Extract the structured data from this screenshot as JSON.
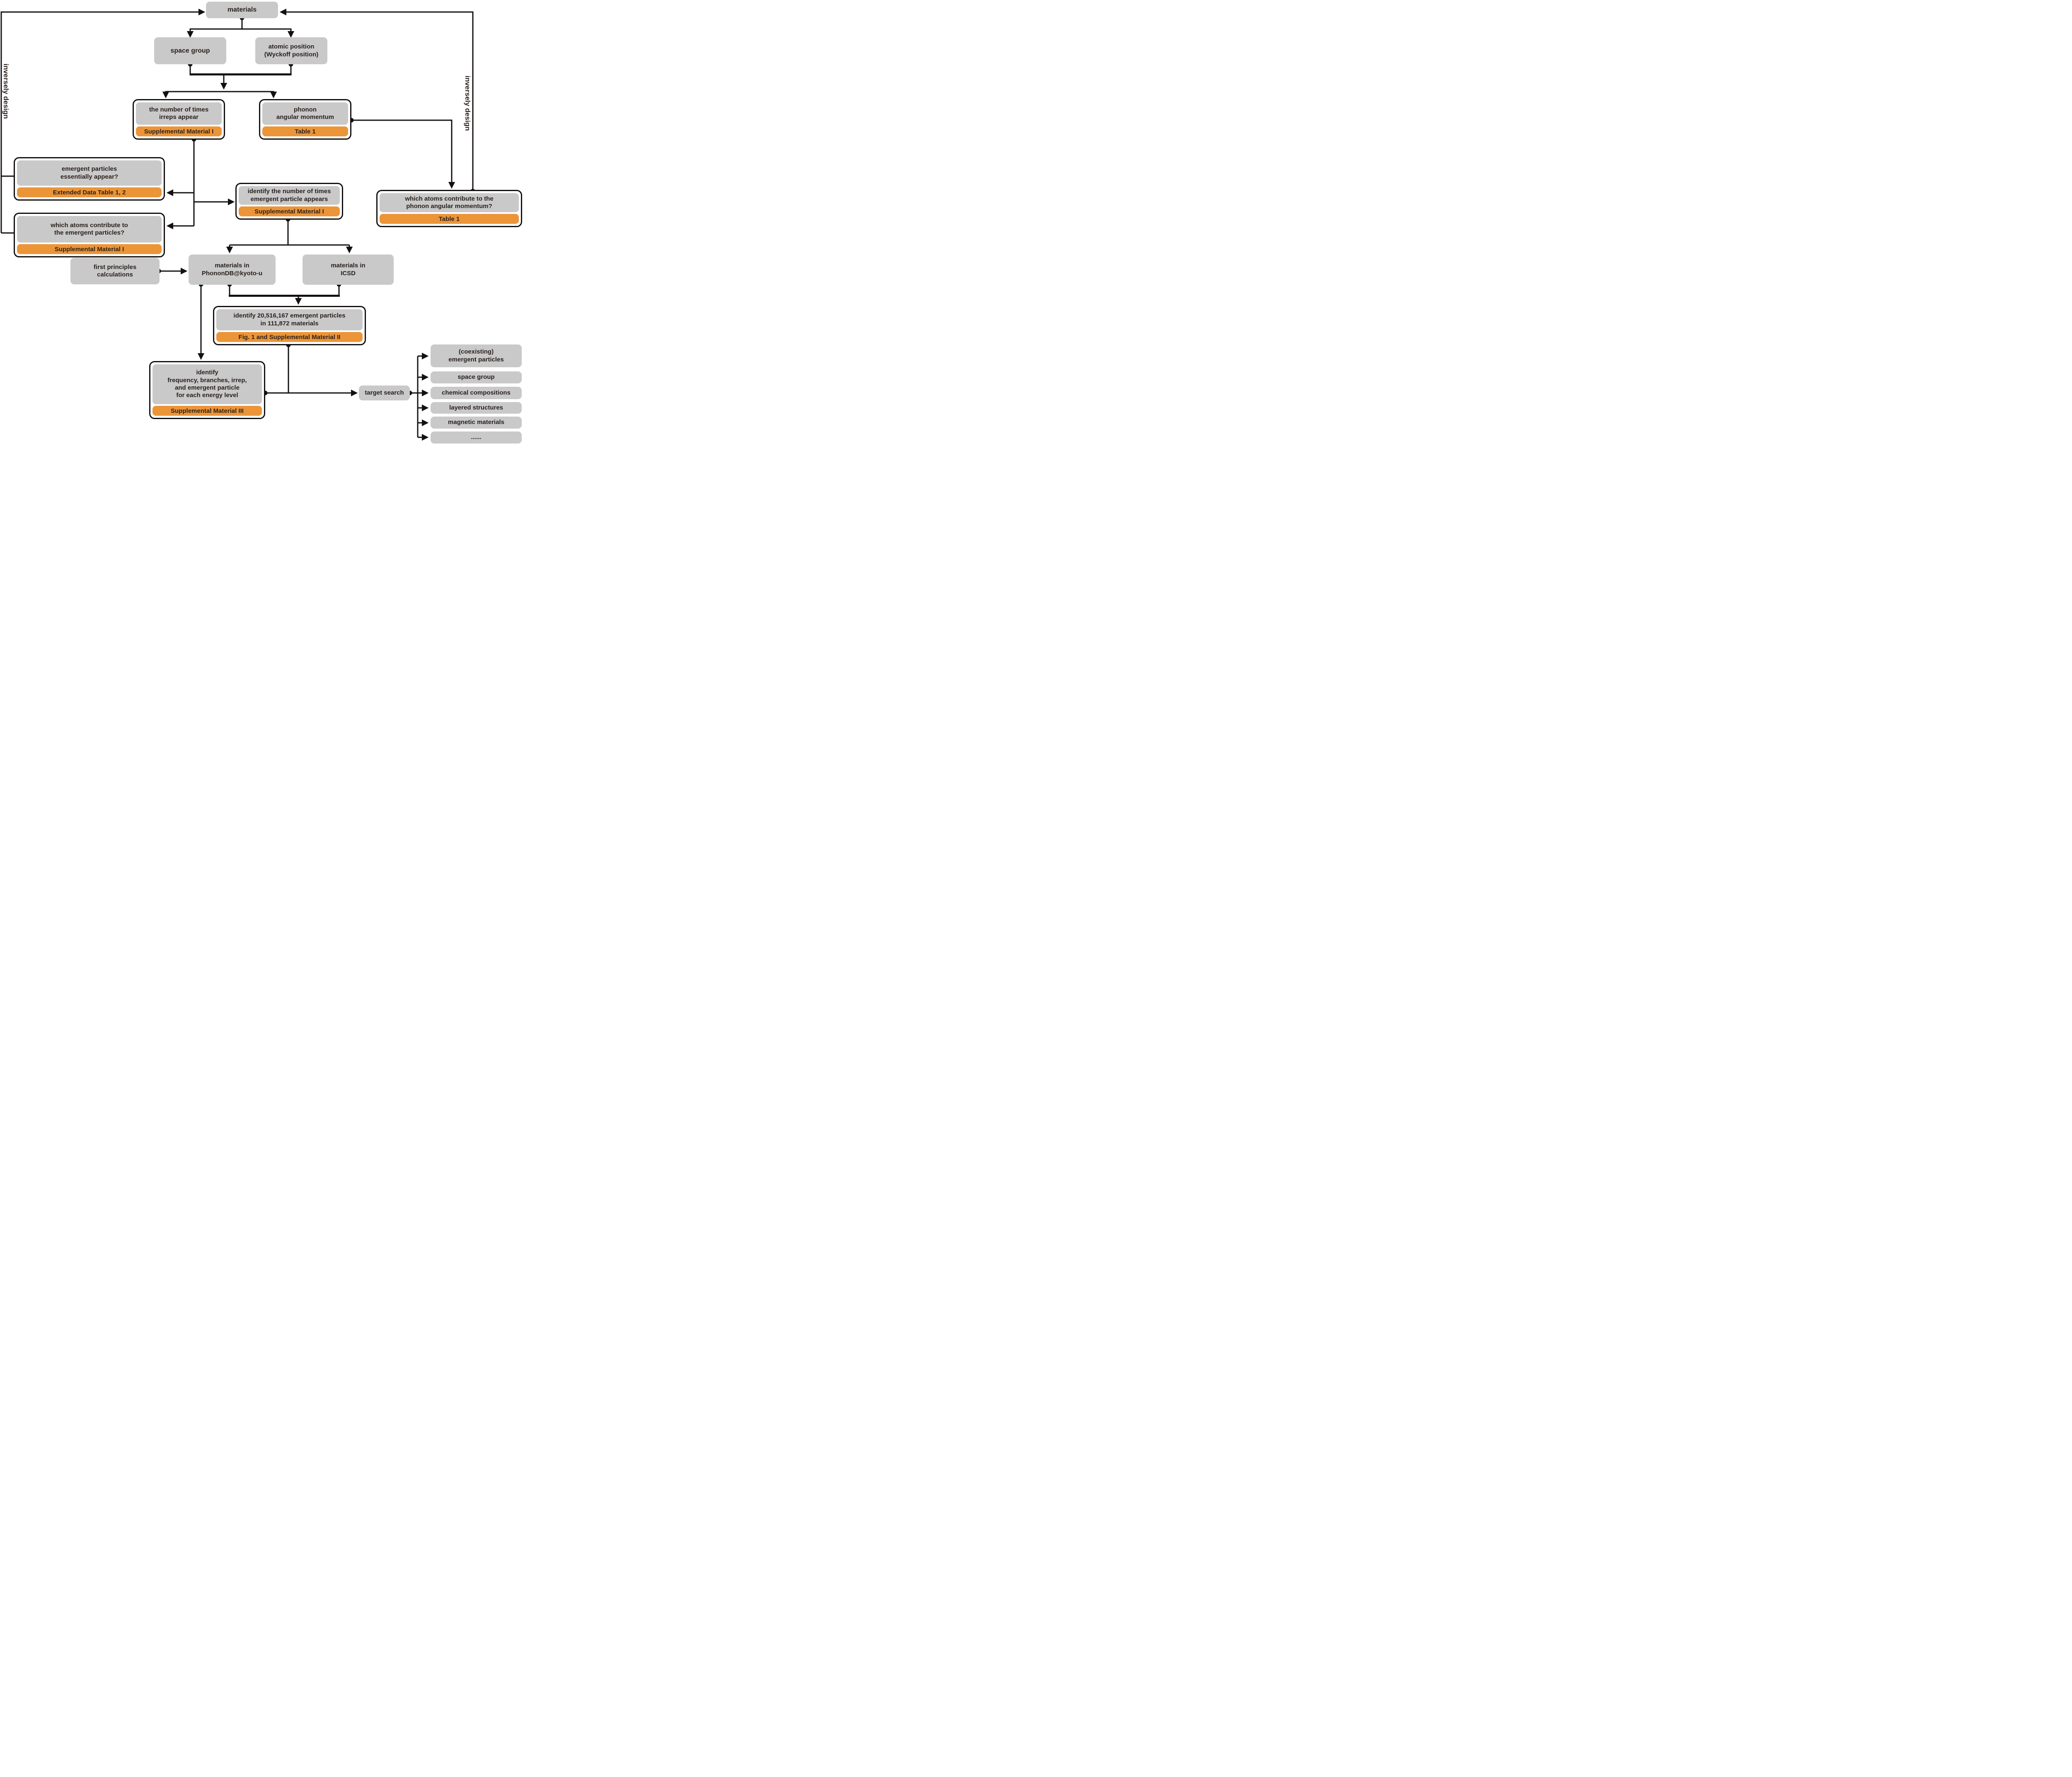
{
  "colors": {
    "box_gray": "#c9c9ca",
    "accent_orange": "#ec9538",
    "line_black": "#151010",
    "text_dark": "#2b211d",
    "background": "#ffffff"
  },
  "side_labels": {
    "left": "inversely design",
    "right": "inversely design"
  },
  "nodes": {
    "materials": {
      "label": "materials"
    },
    "space_group": {
      "label": "space group"
    },
    "atomic_position": {
      "label": "atomic position\n(Wyckoff position)"
    },
    "irreps_count": {
      "label": "the number of times\nirreps appear",
      "ref": "Supplemental Material I"
    },
    "phonon_am": {
      "label": "phonon\nangular momentum",
      "ref": "Table 1"
    },
    "emergent_essential": {
      "label": "emergent particles\nessentially appear?",
      "ref": "Extended Data Table 1, 2"
    },
    "atoms_emergent": {
      "label": "which atoms contribute to\nthe emergent particles?",
      "ref": "Supplemental Material I"
    },
    "identify_emergent_count": {
      "label": "identify the number of times\nemergent particle appears",
      "ref": "Supplemental Material I"
    },
    "atoms_phonon_am": {
      "label": "which atoms contribute to the\nphonon angular momentum?",
      "ref": "Table 1"
    },
    "first_principles": {
      "label": "first principles\ncalculations"
    },
    "phonondb": {
      "label": "materials in\nPhononDB@kyoto-u"
    },
    "icsd": {
      "label": "materials in\nICSD"
    },
    "identify_total": {
      "label": "identify 20,516,167 emergent particles\nin 111,872 materials",
      "ref": "Fig. 1 and Supplemental Material II"
    },
    "identify_levels": {
      "label": "identify\nfrequency, branches, irrep,\nand emergent particle\nfor each energy level",
      "ref": "Supplemental Material III"
    },
    "target_search": {
      "label": "target search"
    },
    "search_coexisting": {
      "label": "(coexisting)\nemergent particles"
    },
    "search_space_group": {
      "label": "space group"
    },
    "search_chemical": {
      "label": "chemical compositions"
    },
    "search_layered": {
      "label": "layered structures"
    },
    "search_magnetic": {
      "label": "magnetic materials"
    },
    "search_more": {
      "label": "......"
    }
  }
}
